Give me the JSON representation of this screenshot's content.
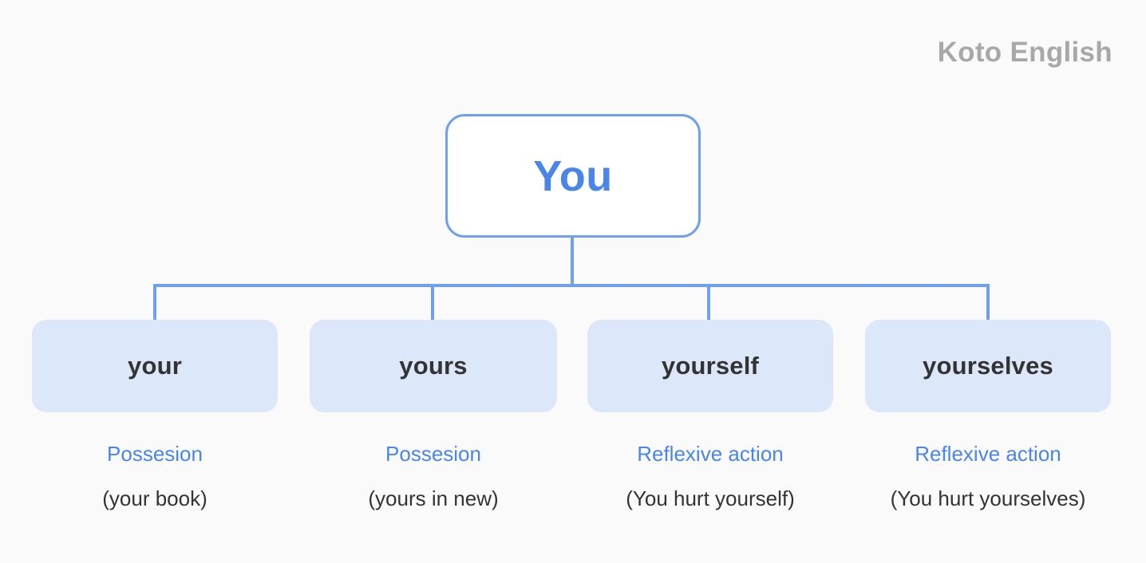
{
  "brand": {
    "name": "Koto English"
  },
  "diagram": {
    "root": {
      "label": "You"
    },
    "children": [
      {
        "label": "your",
        "role": "Possesion",
        "example": "(your book)"
      },
      {
        "label": "yours",
        "role": "Possesion",
        "example": "(yours in new)"
      },
      {
        "label": "yourself",
        "role": "Reflexive action",
        "example": "(You hurt yourself)"
      },
      {
        "label": "yourselves",
        "role": "Reflexive action",
        "example": "(You hurt yourselves)"
      }
    ]
  },
  "colors": {
    "background": "#fafafa",
    "accent_blue": "#4a86e8",
    "line_blue": "#6f9fee",
    "node_fill": "#dde7fa",
    "root_fill": "#ffffff",
    "text_dark": "#333333",
    "brand_gray": "#a8a8a8"
  }
}
